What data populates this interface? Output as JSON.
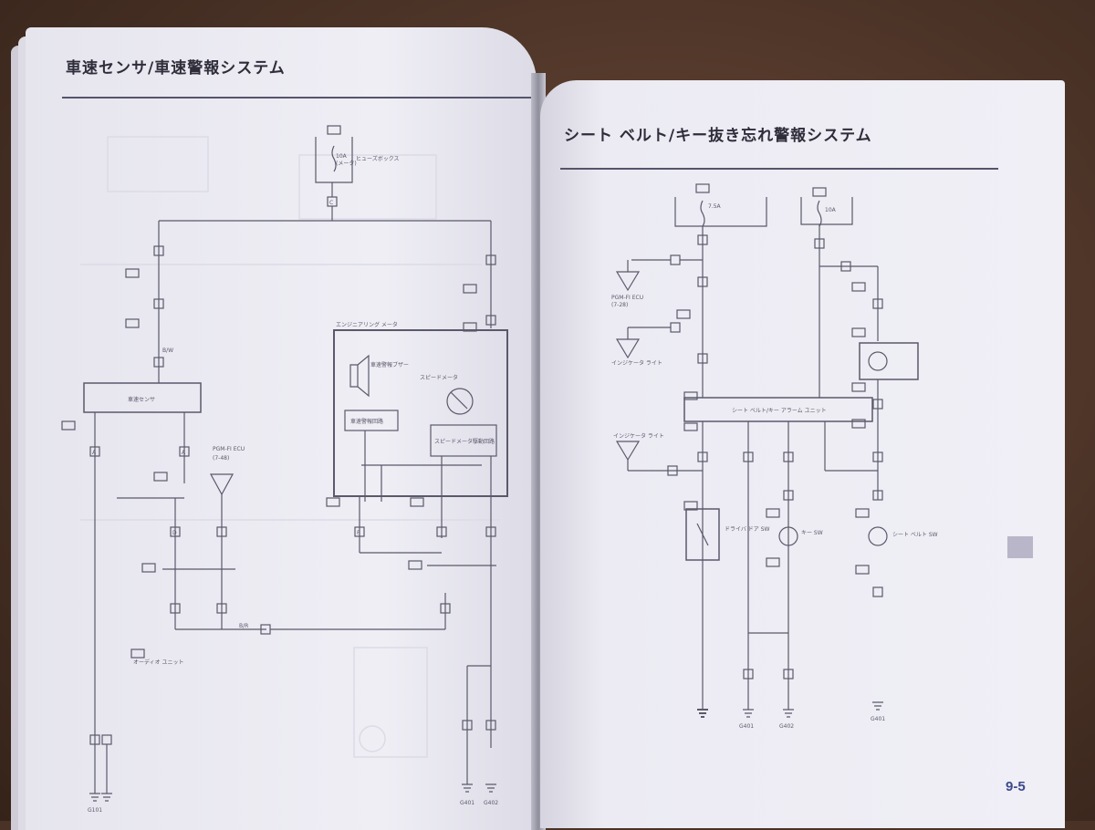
{
  "left_page": {
    "title": "車速センサ/車速警報システム",
    "fuse_rating": "10A",
    "fuse_sub": "(メータ)",
    "fuse_box": "ヒューズボックス",
    "meter_label": "エンジニアリング メータ",
    "buzzer_label": "車速警報ブザー",
    "alarm_circuit": "車速警報回路",
    "speedometer": "スピードメータ",
    "speedo_circuit": "スピードメータ駆動回路",
    "sensor_label": "車速センサ",
    "pcm_label": "PGM-FI ECU",
    "pcm_ref": "(7-48)",
    "audio_label": "オーディオ ユニット",
    "wire_bw": "B/W",
    "wire_br": "B/R",
    "conn_a": "A",
    "conn_c": "C",
    "conn_d": "D",
    "conn_f": "F",
    "ground_1": "G401",
    "ground_2": "G402",
    "ground_3": "G101"
  },
  "right_page": {
    "title": "シート ベルト/キー抜き忘れ警報システム",
    "fuse1_rating": "7.5A",
    "fuse2_rating": "10A",
    "pcm_label": "PGM-FI ECU",
    "pcm_ref": "(7-28)",
    "indicator_label": "インジケータ ライト",
    "unit_label": "シート ベルト/キー アラーム ユニット",
    "driver_sw": "ドライバ ドア SW",
    "seatbelt_sw": "シート ベルト SW",
    "key_sw": "キー SW",
    "ground_1": "G401",
    "ground_2": "G402",
    "page_number": "9-5"
  }
}
